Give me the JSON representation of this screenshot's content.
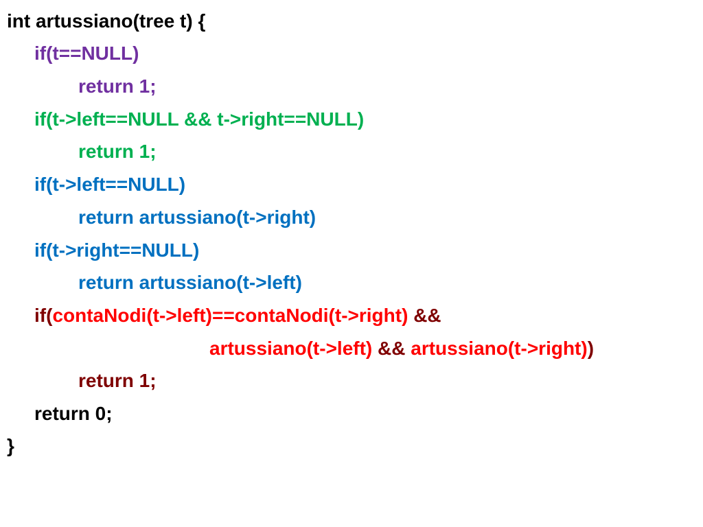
{
  "colors": {
    "black": "#000000",
    "purple": "#7030A0",
    "green": "#00B050",
    "blue": "#0070C0",
    "darkred": "#7F0000",
    "red": "#FF0000"
  },
  "code": {
    "lines": [
      {
        "indent": 0,
        "segments": [
          {
            "text": "int artussiano(tree t) {",
            "color": "black"
          }
        ]
      },
      {
        "indent": 1,
        "segments": [
          {
            "text": "if(t==NULL)",
            "color": "purple"
          }
        ]
      },
      {
        "indent": 2,
        "segments": [
          {
            "text": "return 1;",
            "color": "purple"
          }
        ]
      },
      {
        "indent": 1,
        "segments": [
          {
            "text": "if(t->left==NULL && t->right==NULL)",
            "color": "green"
          }
        ]
      },
      {
        "indent": 2,
        "segments": [
          {
            "text": "return 1;",
            "color": "green"
          }
        ]
      },
      {
        "indent": 1,
        "segments": [
          {
            "text": "if(t->left==NULL)",
            "color": "blue"
          }
        ]
      },
      {
        "indent": 2,
        "segments": [
          {
            "text": "return artussiano(t->right)",
            "color": "blue"
          }
        ]
      },
      {
        "indent": 1,
        "segments": [
          {
            "text": "if(t->right==NULL)",
            "color": "blue"
          }
        ]
      },
      {
        "indent": 2,
        "segments": [
          {
            "text": "return artussiano(t->left)",
            "color": "blue"
          }
        ]
      },
      {
        "indent": 1,
        "segments": [
          {
            "text": "if(",
            "color": "darkred"
          },
          {
            "text": "contaNodi(t->left)==contaNodi(t->right)",
            "color": "red"
          },
          {
            "text": " &&",
            "color": "darkred"
          }
        ]
      },
      {
        "indent": 3,
        "segments": [
          {
            "text": "artussiano(t->left)",
            "color": "red"
          },
          {
            "text": " && ",
            "color": "darkred"
          },
          {
            "text": "artussiano(t->right)",
            "color": "red"
          },
          {
            "text": ")",
            "color": "darkred"
          }
        ]
      },
      {
        "indent": 2,
        "segments": [
          {
            "text": "return 1;",
            "color": "darkred"
          }
        ]
      },
      {
        "indent": 1,
        "segments": [
          {
            "text": "return 0;",
            "color": "black"
          }
        ]
      },
      {
        "indent": 0,
        "segments": [
          {
            "text": "}",
            "color": "black"
          }
        ]
      }
    ]
  }
}
